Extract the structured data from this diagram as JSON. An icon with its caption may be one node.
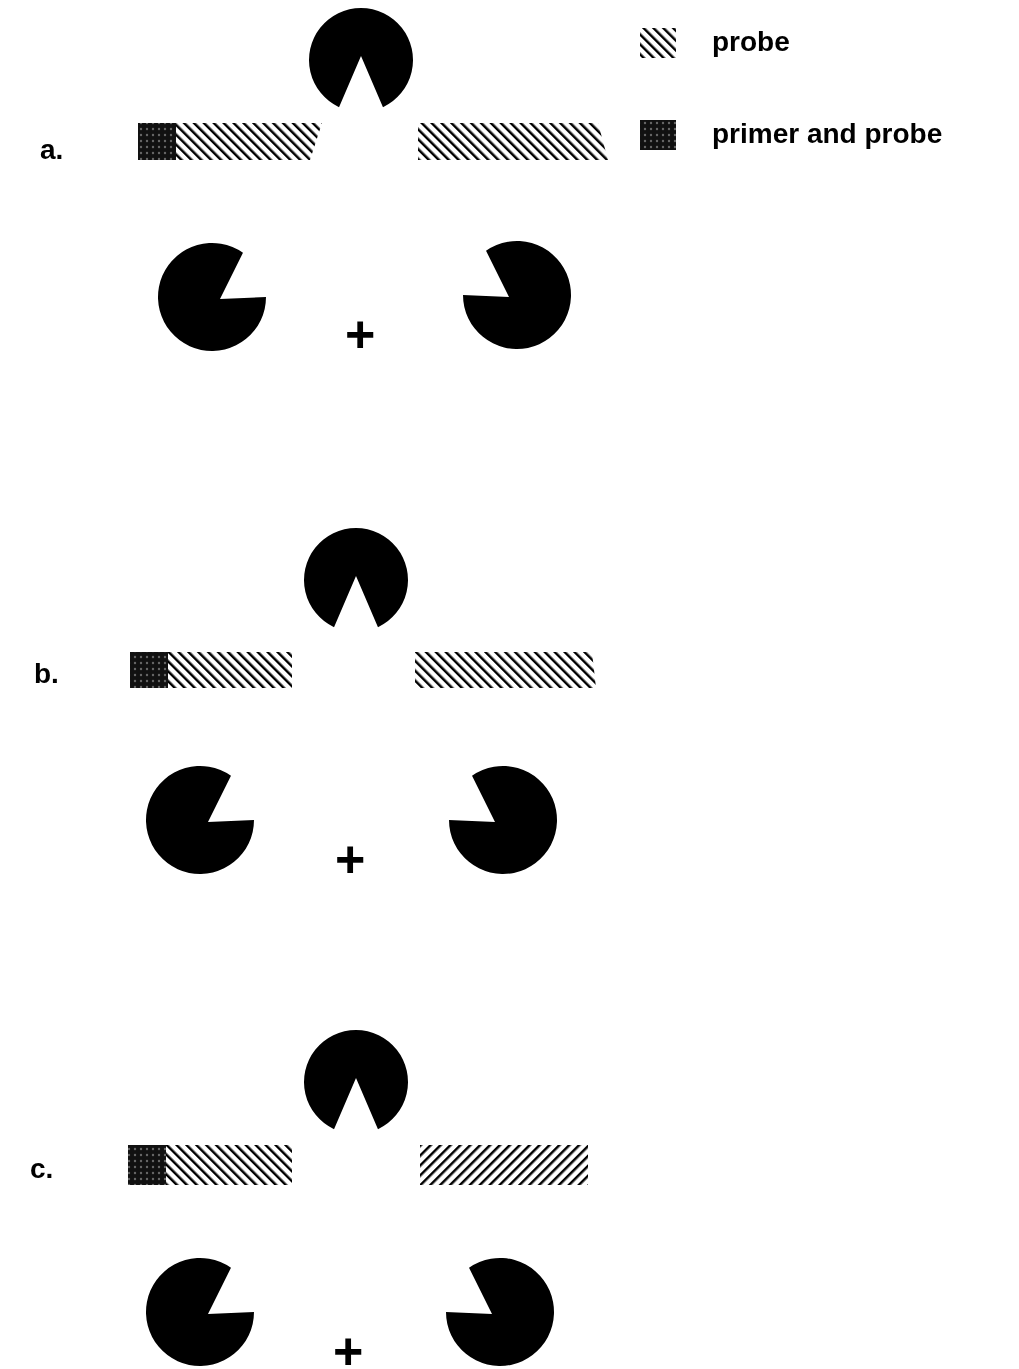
{
  "diagram": {
    "labels": [
      "a.",
      "+",
      "b.",
      "+",
      "c.",
      "+"
    ],
    "legend": [
      {
        "text": "probe"
      },
      {
        "text": "primer and probe"
      }
    ]
  }
}
